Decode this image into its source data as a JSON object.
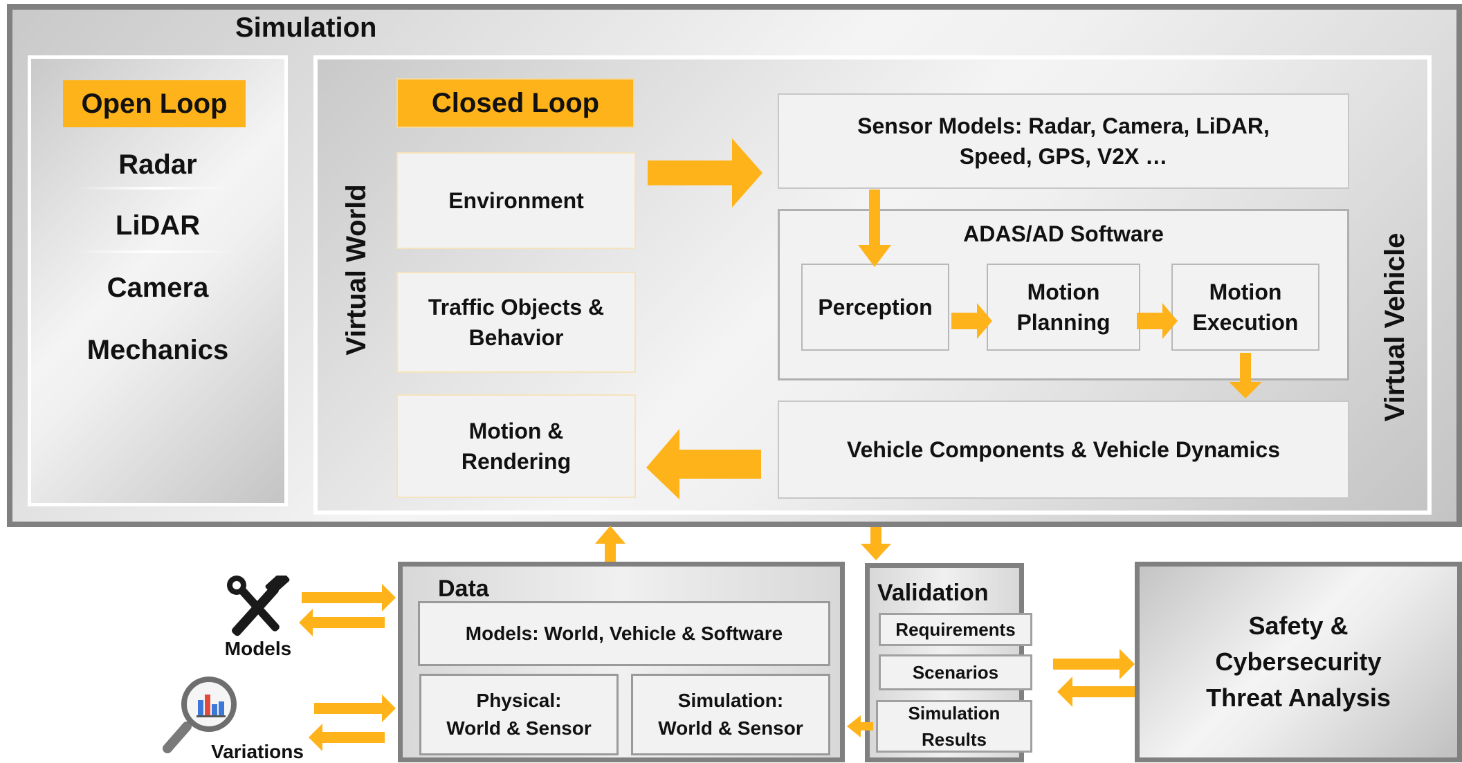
{
  "simulation": {
    "title": "Simulation",
    "open_loop": {
      "title": "Open Loop",
      "items": [
        "Radar",
        "LiDAR",
        "Camera",
        "Mechanics"
      ]
    },
    "closed_loop": {
      "title": "Closed Loop",
      "virtual_world_label": "Virtual World",
      "virtual_vehicle_label": "Virtual Vehicle",
      "environment": "Environment",
      "traffic": "Traffic Objects &\nBehavior",
      "motion_rendering": "Motion &\nRendering",
      "sensor_models": "Sensor Models: Radar, Camera, LiDAR,\nSpeed, GPS, V2X …",
      "adas": {
        "title": "ADAS/AD Software",
        "perception": "Perception",
        "motion_planning": "Motion\nPlanning",
        "motion_execution": "Motion\nExecution"
      },
      "vehicle_dynamics": "Vehicle Components & Vehicle Dynamics"
    }
  },
  "data": {
    "title": "Data",
    "models": "Models: World, Vehicle & Software",
    "physical": "Physical:\nWorld & Sensor",
    "simulation": "Simulation:\nWorld & Sensor"
  },
  "validation": {
    "title": "Validation",
    "items": [
      "Requirements",
      "Scenarios",
      "Simulation\nResults"
    ]
  },
  "safety": "Safety &\nCybersecurity\nThreat Analysis",
  "left_icons": {
    "models_label": "Models",
    "variations_label": "Variations"
  },
  "colors": {
    "accent": "#ffb31a",
    "frame": "#7f7f7f"
  }
}
